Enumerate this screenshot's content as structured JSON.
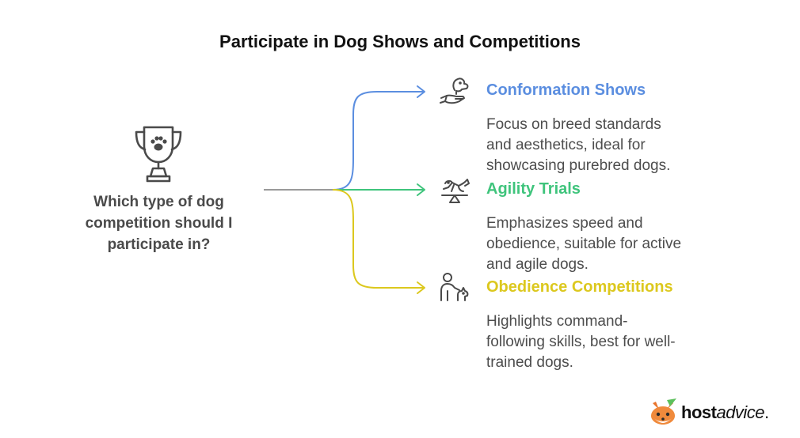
{
  "title": "Participate in Dog Shows and Competitions",
  "question": {
    "lines": [
      "Which type of dog",
      "competition should I",
      "participate in?"
    ]
  },
  "branches": [
    {
      "title": "Conformation Shows",
      "color": "#5b8ee0",
      "icon": "dog-grooming-icon",
      "description": [
        "Focus on breed standards",
        "and aesthetics, ideal for",
        "showcasing purebred dogs."
      ]
    },
    {
      "title": "Agility Trials",
      "color": "#3fc47c",
      "icon": "dog-jumping-icon",
      "description": [
        "Emphasizes speed and",
        "obedience, suitable for active",
        "and agile dogs."
      ]
    },
    {
      "title": "Obedience Competitions",
      "color": "#dcc81e",
      "icon": "person-with-dog-icon",
      "description": [
        "Highlights command-",
        "following skills, best for well-",
        "trained dogs."
      ]
    }
  ],
  "logo": {
    "bold": "host",
    "rest": "advice",
    "dot": "."
  },
  "colors": {
    "stem": "#9a9a9a",
    "icon_stroke": "#4a4a4a"
  }
}
